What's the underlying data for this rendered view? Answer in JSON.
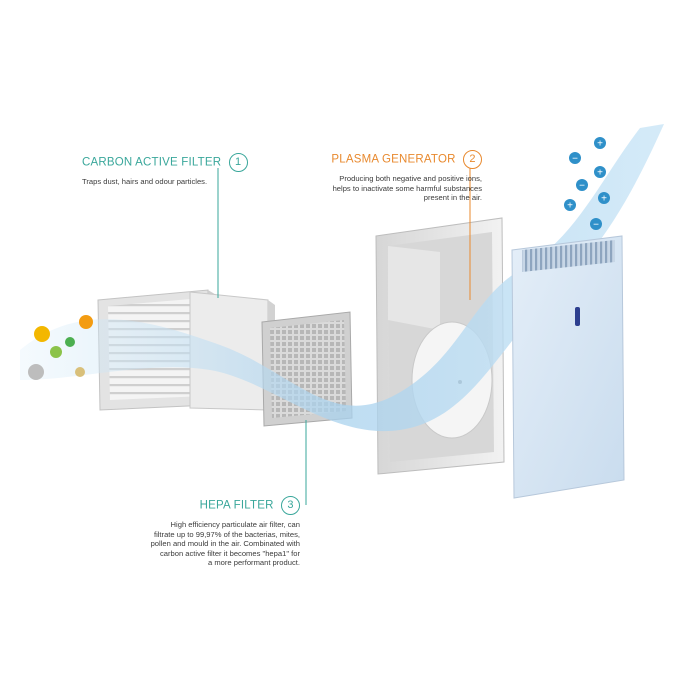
{
  "colors": {
    "carbon_accent": "#3aa79b",
    "plasma_accent": "#e8892e",
    "airflow": "#bcdcf0",
    "panel": "#d6e6f4",
    "frame": "#f0f0f0"
  },
  "labels": {
    "carbon": {
      "title": "CARBON ACTIVE FILTER",
      "number": "1",
      "desc": [
        "Traps dust, hairs and odour particles."
      ]
    },
    "plasma": {
      "title": "PLASMA GENERATOR",
      "number": "2",
      "desc": [
        "Producing both negative and positive ions,",
        "helps to inactivate some harmful substances",
        "present in the air."
      ]
    },
    "hepa": {
      "title": "HEPA FILTER",
      "number": "3",
      "desc": [
        "High efficiency particulate air filter, can",
        "filtrate up to 99,97% of the bacterias, mites,",
        "pollen and mould in the air. Combinated with",
        "carbon active filter it becomes \"hepa1\" for",
        "a more performant product."
      ]
    }
  },
  "ions": [
    "+",
    "−",
    "+",
    "−",
    "+",
    "+",
    "−"
  ]
}
